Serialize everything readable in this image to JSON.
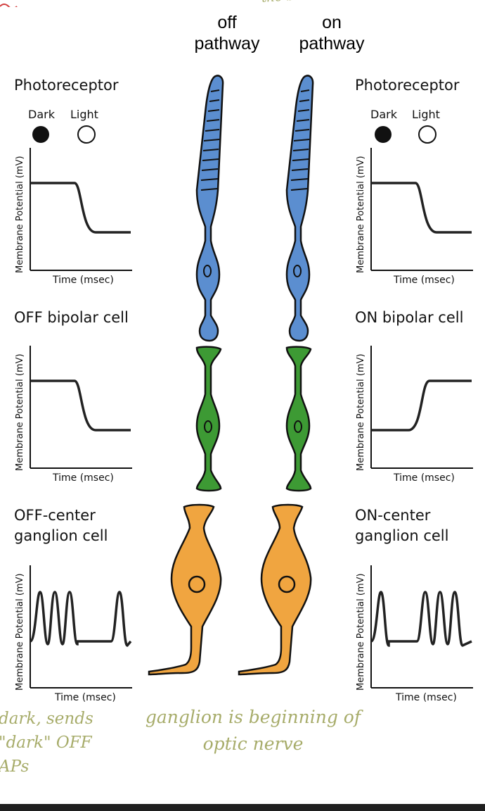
{
  "header": {
    "off_pathway": "off\npathway",
    "on_pathway": "on\npathway",
    "top_scribble": "the brain"
  },
  "labels": {
    "photoreceptor": "Photoreceptor",
    "dark": "Dark",
    "light": "Light",
    "off_bipolar": "OFF bipolar cell",
    "on_bipolar": "ON bipolar cell",
    "off_center": "OFF-center\nganglion cell",
    "on_center": "ON-center\nganglion cell"
  },
  "axes": {
    "y": "Membrane Potential (mV)",
    "x": "Time (msec)"
  },
  "notes": {
    "left": "dark, sends\n\"dark\" OFF\nAPs",
    "center": "ganglion is beginning of\noptic nerve"
  },
  "colors": {
    "photoreceptor": "#5b8ed0",
    "bipolar": "#3d9a34",
    "ganglion": "#f0a540",
    "outline": "#111111",
    "handwriting": "#a7ac6a",
    "corner_mark": "#d23c3c"
  },
  "traces": {
    "photo": "step-down",
    "off_bipolar": "step-down",
    "on_bipolar": "step-up",
    "off_ganglion": "spikes-then-quiet",
    "on_ganglion": "quiet-then-spikes"
  }
}
